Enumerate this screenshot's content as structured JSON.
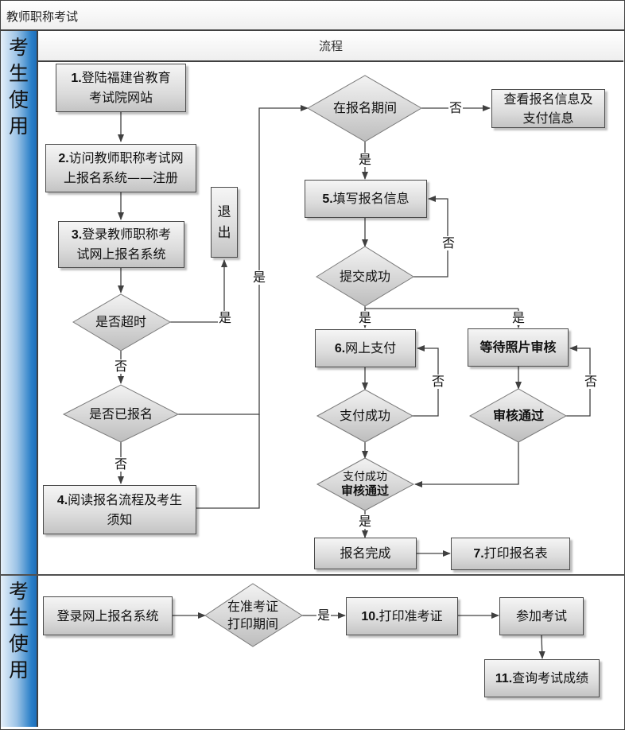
{
  "window": {
    "title": "教师职称考试"
  },
  "column_header": "流程",
  "lanes": [
    {
      "label": [
        "考",
        "生",
        "使",
        "用"
      ]
    },
    {
      "label": [
        "考",
        "生",
        "使",
        "用"
      ]
    }
  ],
  "colors": {
    "lane_header_dark": "#1d6fba",
    "lane_header_light": "#e6f0fa",
    "shape_fill_top": "#f5f5f5",
    "shape_fill_bottom": "#c4c4c4",
    "stroke": "#4a4a4a"
  },
  "nodes": {
    "step1": {
      "num": "1.",
      "text_line1": "登陆福建省教育",
      "text_line2": "考试院网站"
    },
    "step2": {
      "num": "2.",
      "text_line1": "访问教师职称考试网",
      "text_line2": "上报名系统——注册"
    },
    "step3": {
      "num": "3.",
      "text_line1": "登录教师职称考",
      "text_line2": "试网上报名系统"
    },
    "exit": {
      "line1": "退",
      "line2": "出"
    },
    "timeout": {
      "text": "是否超时"
    },
    "registered": {
      "text": "是否已报名"
    },
    "step4": {
      "num": "4.",
      "text_line1": "阅读报名流程及考生",
      "text_line2": "须知"
    },
    "in_period": {
      "text": "在报名期间"
    },
    "view_info": {
      "line1": "查看报名信息及",
      "line2": "支付信息"
    },
    "step5": {
      "num": "5.",
      "text": "填写报名信息"
    },
    "submit_ok": {
      "text": "提交成功"
    },
    "step6": {
      "num": "6.",
      "text": "网上支付"
    },
    "wait_photo": {
      "text": "等待照片审核"
    },
    "pay_ok": {
      "text": "支付成功"
    },
    "review_ok": {
      "text": "审核通过"
    },
    "combined": {
      "line1": "支付成功",
      "line2": "审核通过"
    },
    "done": {
      "text": "报名完成"
    },
    "step7": {
      "num": "7.",
      "text": "打印报名表"
    },
    "login2": {
      "text": "登录网上报名系统"
    },
    "admit_period": {
      "line1": "在准考证",
      "line2": "打印期间"
    },
    "step10": {
      "num": "10.",
      "text": "打印准考证"
    },
    "attend": {
      "text": "参加考试"
    },
    "step11": {
      "num": "11.",
      "text": "查询考试成绩"
    }
  },
  "edge_labels": {
    "timeout_yes": "是",
    "timeout_no": "否",
    "registered_no": "否",
    "registered_yes": "是",
    "period_no": "否",
    "period_yes": "是",
    "submit_no": "否",
    "submit_yes_left": "是",
    "submit_yes_right": "是",
    "pay_no": "否",
    "review_no": "否",
    "combined_yes": "是",
    "admit_yes": "是"
  }
}
